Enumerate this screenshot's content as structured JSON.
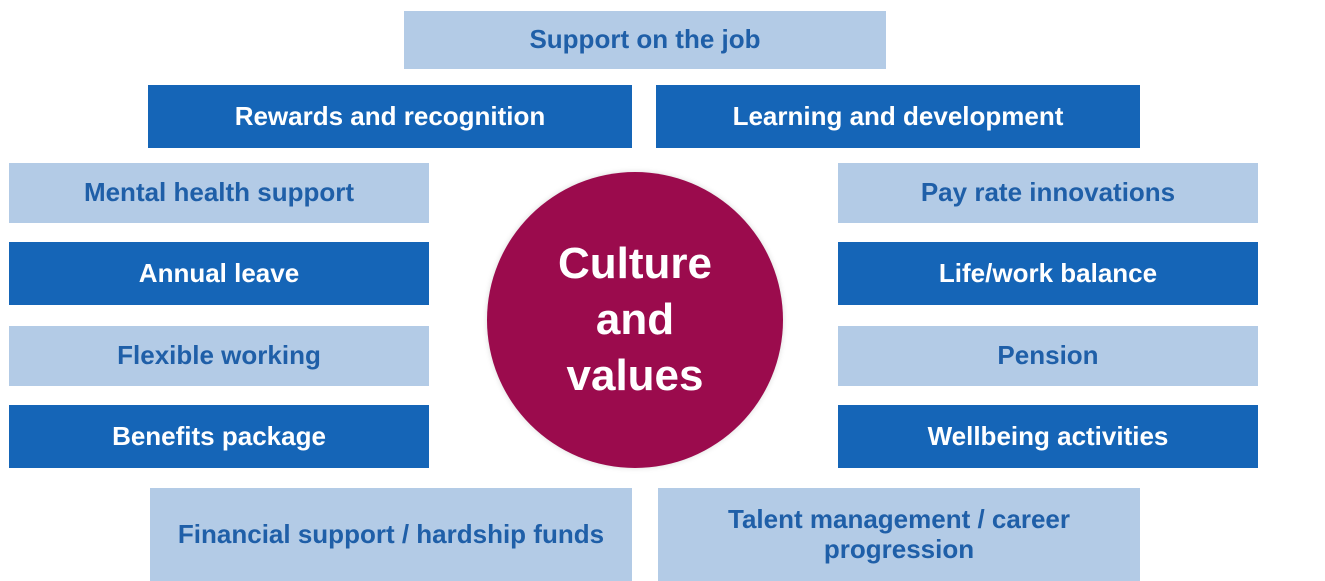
{
  "center": {
    "lines": [
      "Culture",
      "and",
      "values"
    ]
  },
  "boxes": [
    {
      "id": "support-on-the-job",
      "label": "Support on the job",
      "style": "light"
    },
    {
      "id": "rewards-and-recognition",
      "label": "Rewards and recognition",
      "style": "dark"
    },
    {
      "id": "learning-and-development",
      "label": "Learning and development",
      "style": "dark"
    },
    {
      "id": "mental-health-support",
      "label": "Mental health support",
      "style": "light"
    },
    {
      "id": "pay-rate-innovations",
      "label": "Pay rate innovations",
      "style": "light"
    },
    {
      "id": "annual-leave",
      "label": "Annual leave",
      "style": "dark"
    },
    {
      "id": "life-work-balance",
      "label": "Life/work balance",
      "style": "dark"
    },
    {
      "id": "flexible-working",
      "label": "Flexible working",
      "style": "light"
    },
    {
      "id": "pension",
      "label": "Pension",
      "style": "light"
    },
    {
      "id": "benefits-package",
      "label": "Benefits package",
      "style": "dark"
    },
    {
      "id": "wellbeing-activities",
      "label": "Wellbeing activities",
      "style": "dark"
    },
    {
      "id": "financial-support",
      "label": "Financial support / hardship funds",
      "style": "light"
    },
    {
      "id": "talent-management",
      "label": "Talent management / career progression",
      "style": "light"
    }
  ],
  "colors": {
    "dark_box": "#1565b7",
    "light_box": "#b3cbe6",
    "light_text": "#1f5fa8",
    "circle": "#9b0b4d"
  }
}
